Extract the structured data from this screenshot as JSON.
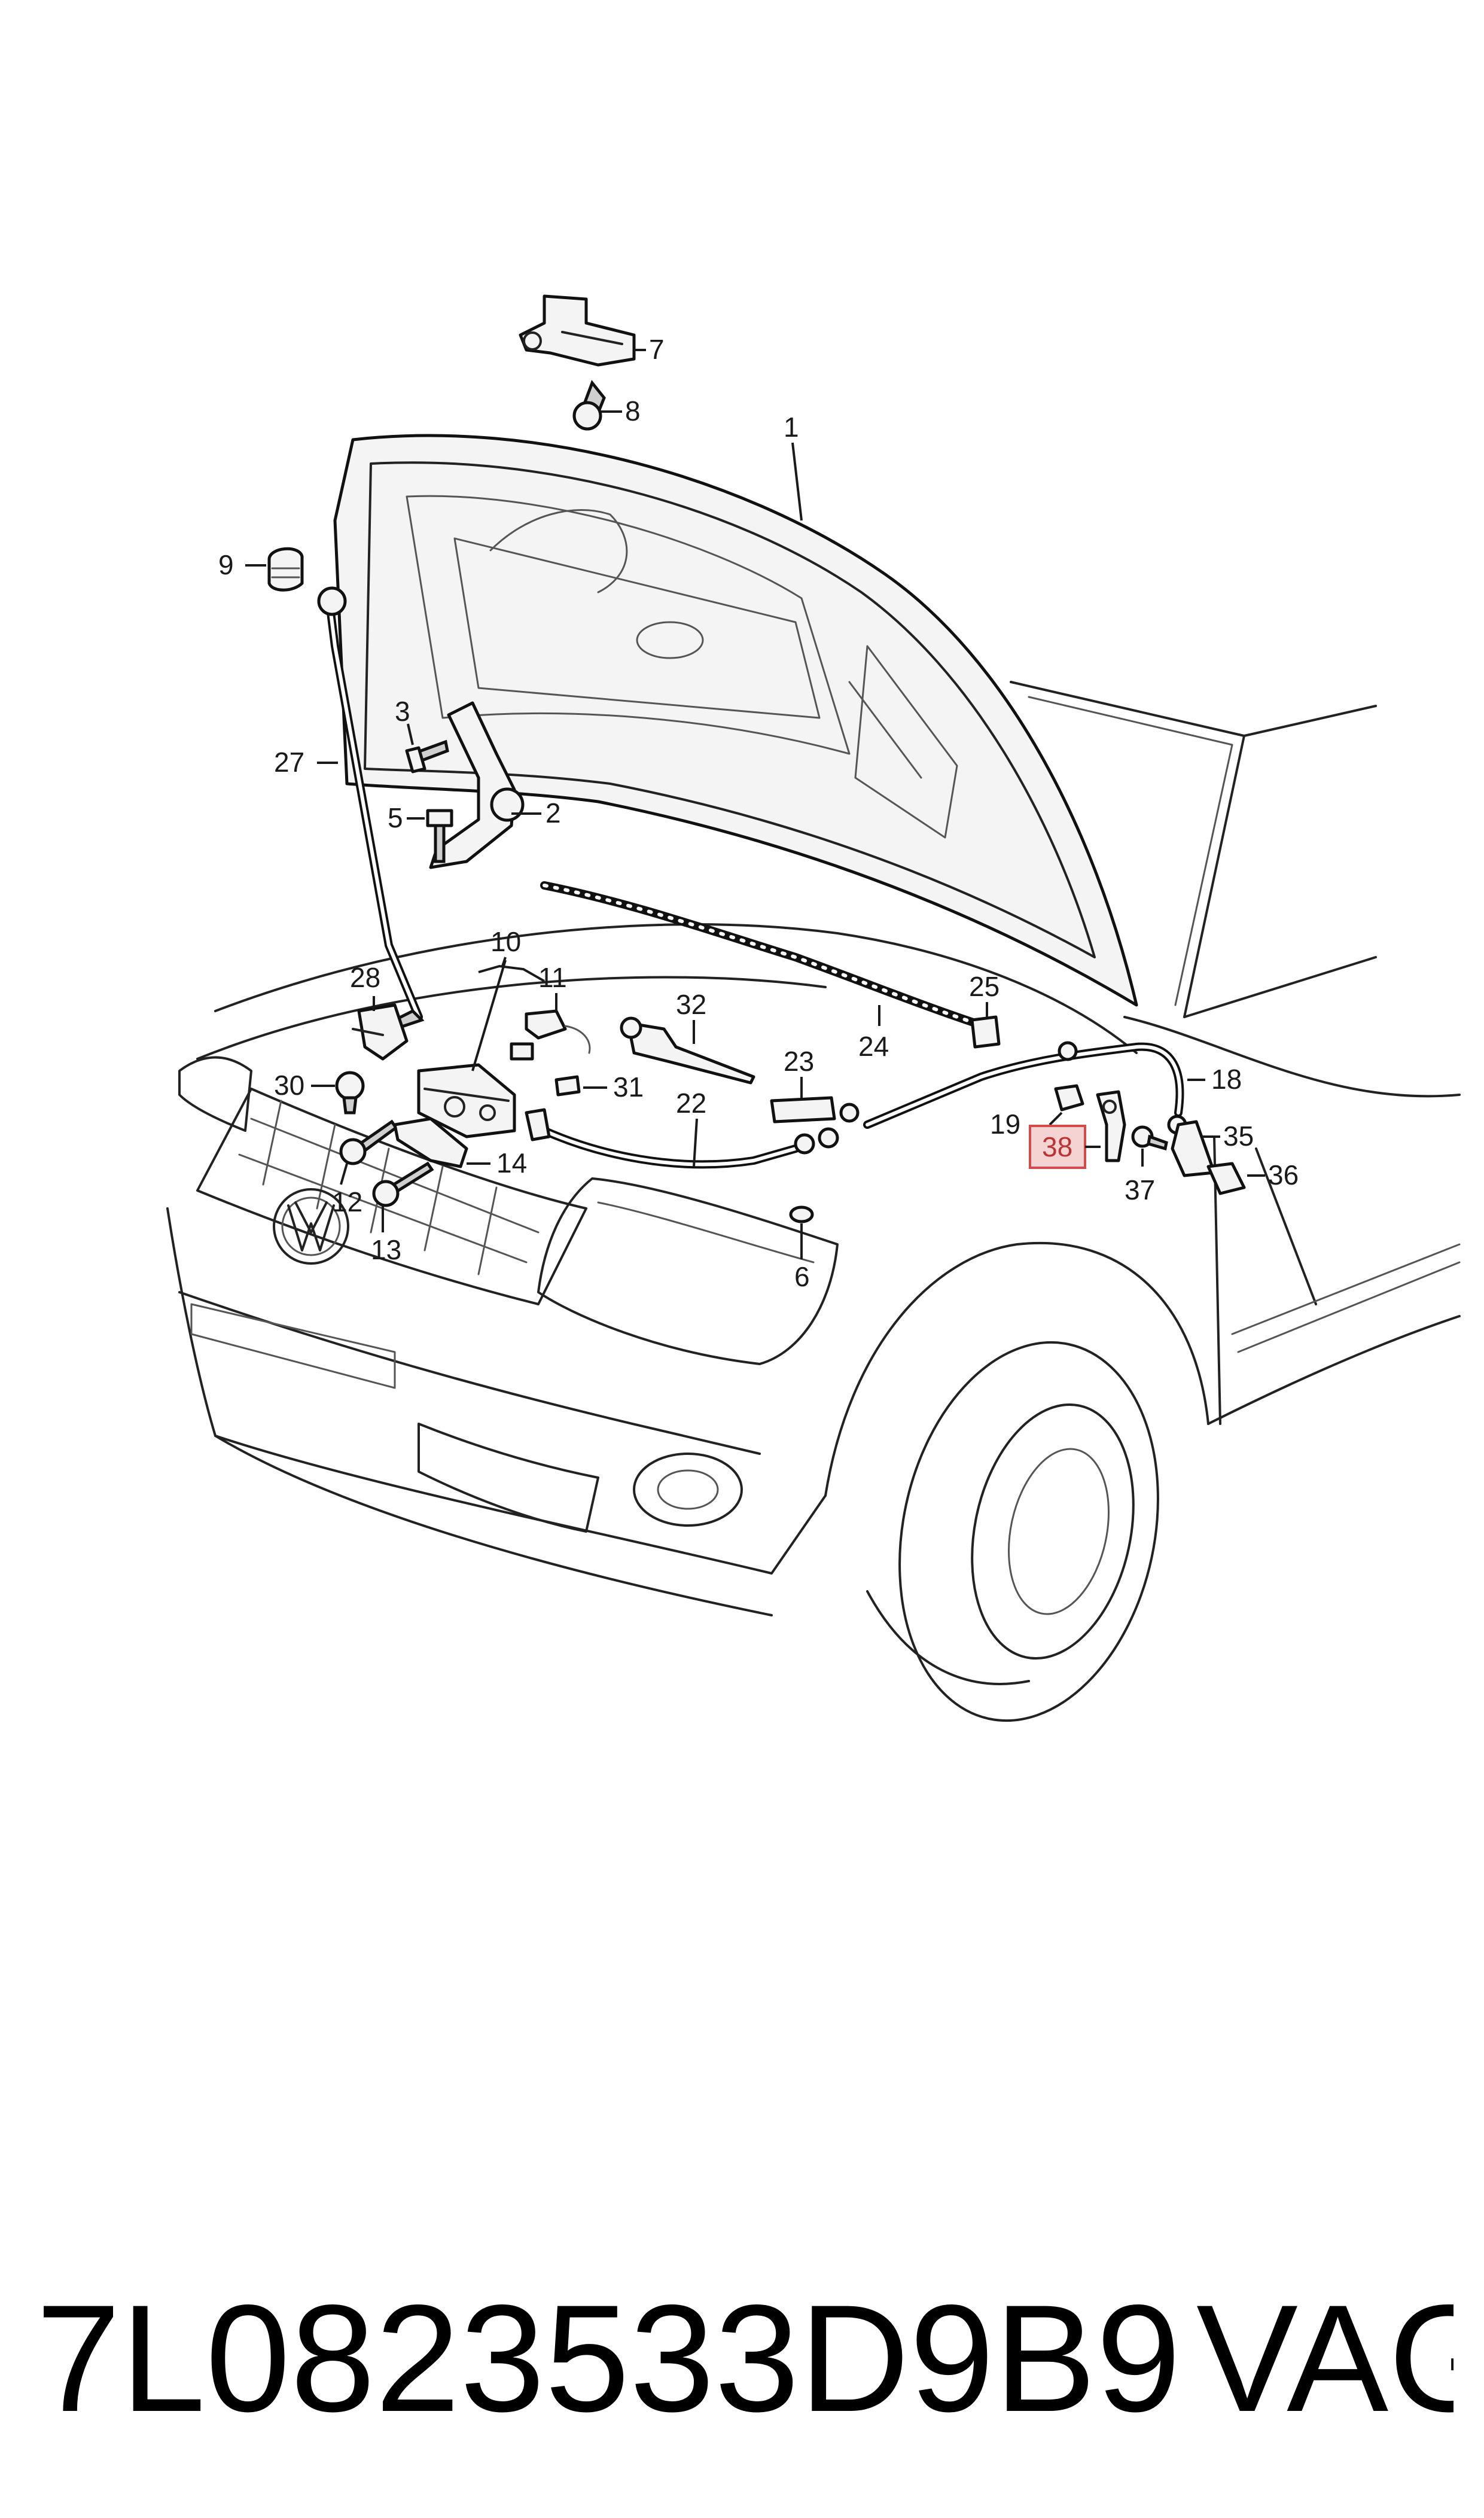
{
  "callouts": {
    "c1": "1",
    "c2": "2",
    "c3": "3",
    "c5": "5",
    "c6": "6",
    "c7": "7",
    "c8": "8",
    "c9": "9",
    "c10": "10",
    "c11": "11",
    "c12": "12",
    "c13": "13",
    "c14": "14",
    "c18": "18",
    "c19": "19",
    "c22": "22",
    "c23": "23",
    "c24": "24",
    "c25": "25",
    "c27": "27",
    "c28": "28",
    "c30": "30",
    "c31": "31",
    "c32": "32",
    "c35": "35",
    "c36": "36",
    "c37": "37"
  },
  "highlighted": {
    "label": "38",
    "color": "#f6d3d3",
    "border": "#d24a4a"
  },
  "footer": {
    "part_number": "7L0823533D9B9",
    "brand": "VAG"
  }
}
